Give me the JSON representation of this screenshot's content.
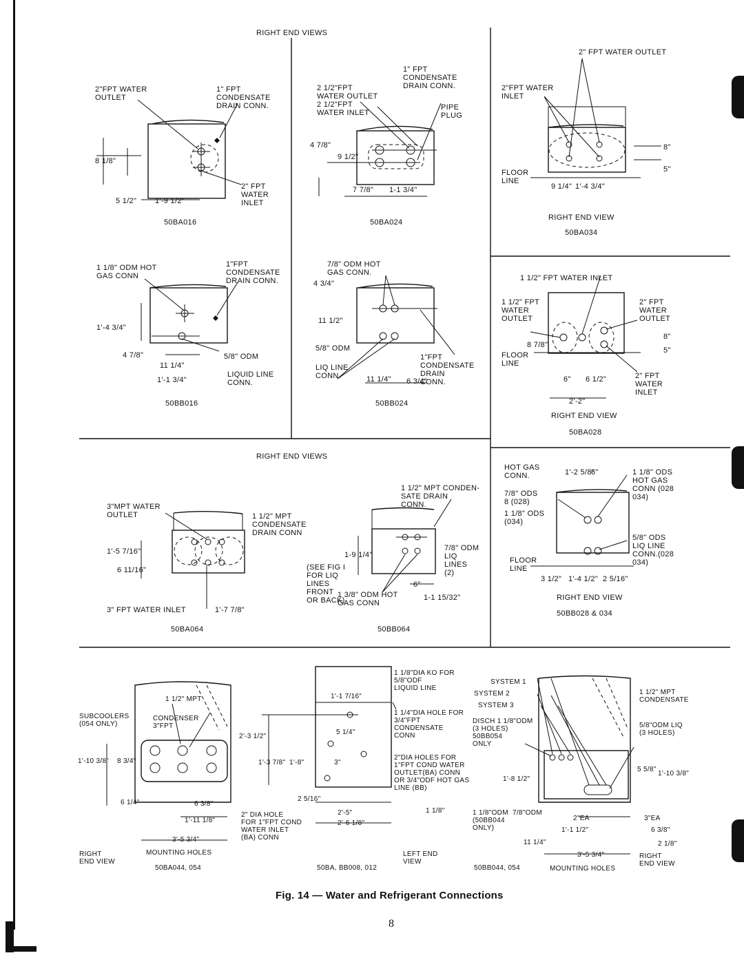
{
  "figure": {
    "caption": "Fig. 14 — Water and Refrigerant Connections",
    "page_number": "8"
  },
  "section_headers": {
    "top": "RIGHT END VIEWS",
    "middle": "RIGHT END VIEWS"
  },
  "diagrams": {
    "ba016": {
      "model": "50BA016",
      "labels": [
        "2\"FPT WATER\nOUTLET",
        "1\" FPT\nCONDENSATE\nDRAIN CONN.",
        "8 1/8\"",
        "5 1/2\"",
        "1'-9 1/2\"",
        "2\" FPT\nWATER\nINLET"
      ]
    },
    "ba024": {
      "model": "50BA024",
      "labels": [
        "1\" FPT\nCONDENSATE\nDRAIN CONN.",
        "2 1/2\"FPT\nWATER OUTLET\n2 1/2\"FPT\nWATER INLET",
        "PIPE\nPLUG",
        "4 7/8\"",
        "9 1/2\"",
        "7 7/8\"",
        "1-1 3/4\""
      ]
    },
    "ba034": {
      "model": "50BA034",
      "view": "RIGHT END VIEW",
      "labels": [
        "2\" FPT WATER OUTLET",
        "2\"FPT WATER\nINLET",
        "8\"",
        "5\"",
        "FLOOR\nLINE",
        "9 1/4\"",
        "1'-4 3/4\""
      ]
    },
    "bb016": {
      "model": "50BB016",
      "labels": [
        "1 1/8\" ODM HOT\nGAS CONN",
        "1\"FPT\nCONDENSATE\nDRAIN CONN.",
        "1'-4 3/4\"",
        "4 7/8\"",
        "11 1/4\"",
        "1'-1 3/4\"",
        "5/8\" ODM",
        "LIQUID LINE\nCONN."
      ]
    },
    "bb024": {
      "model": "50BB024",
      "labels": [
        "7/8\" ODM HOT\nGAS CONN.",
        "4 3/4\"",
        "11 1/2\"",
        "5/8\" ODM",
        "LIQ LINE\nCONN.",
        "11 1/4\"",
        "6 3/4\"",
        "1\"FPT\nCONDENSATE\nDRAIN\nCONN."
      ]
    },
    "ba028": {
      "model": "50BA028",
      "view": "RIGHT END VIEW",
      "labels": [
        "1 1/2\" FPT WATER INLET",
        "1 1/2\" FPT\nWATER\nOUTLET",
        "2\" FPT\nWATER\nOUTLET",
        "8\"",
        "5\"",
        "FLOOR\nLINE",
        "8 7/8\"",
        "6\"",
        "6 1/2\"",
        "2'-2\"",
        "2\" FPT\nWATER\nINLET"
      ]
    },
    "ba064": {
      "model": "50BA064",
      "labels": [
        "3\"MPT WATER\nOUTLET",
        "1 1/2\" MPT\nCONDENSATE\nDRAIN CONN",
        "1'-5 7/16\"",
        "6 11/16\"",
        "3\" FPT WATER INLET",
        "1'-7 7/8\""
      ]
    },
    "bb064": {
      "model": "50BB064",
      "labels": [
        "1 1/2\" MPT CONDEN-\nSATE DRAIN\nCONN.",
        "1-9 1/4\"",
        "7/8\" ODM\nLIQ\nLINES\n(2)",
        "(SEE FIG I\nFOR LIQ\nLINES\nFRONT\nOR BACK)",
        "1 3/8\" ODM HOT\nGAS CONN",
        "6\"",
        "1-1 15/32\""
      ]
    },
    "bb028_034": {
      "model": "50BB028 & 034",
      "view": "RIGHT END VIEW",
      "labels": [
        "HOT GAS\nCONN.",
        "1'-2 5/8\"",
        "6\"",
        "1 1/8\" ODS\nHOT GAS\nCONN (028\n034)",
        "7/8\" ODS\n8 (028)",
        "1 1/8\" ODS\n(034)",
        "5/8\" ODS\nLIQ LINE\nCONN.(028\n034)",
        "FLOOR\nLINE",
        "3 1/2\"",
        "1'-4 1/2\"",
        "2 5/16\""
      ]
    },
    "ba044_054": {
      "model": "50BA044, 054",
      "view": "RIGHT\nEND VIEW",
      "labels": [
        "SUBCOOLERS\n(054 ONLY)",
        "1 1/2\" MPT",
        "CONDENSER\n3\"FPT",
        "1'-10 3/8\"",
        "8 3/4\"",
        "6 1/4\"",
        "6 3/8\"",
        "1'-11 1/8\"",
        "3'-5 3/4\"",
        "MOUNTING HOLES"
      ]
    },
    "ba_bb008_012": {
      "model": "50BA, BB008, 012",
      "view": "LEFT END\nVIEW",
      "labels": [
        "1 1/8\"DIA KO FOR\n5/8\"ODF\nLIQUID LINE",
        "1'-1 7/16\"",
        "1 1/4\"DIA HOLE FOR\n3/4\"FPT\nCONDENSATE\nCONN",
        "2'-3 1/2\"",
        "5 1/4\"",
        "1'-3 7/8\"",
        "1'-8\"",
        "3\"",
        "2 5/16\"",
        "2\"DIA HOLES FOR\n1\"FPT COND WATER\nOUTLET(BA) CONN\nOR 3/4\"ODF HOT GAS\nLINE (BB)",
        "2\" DIA HOLE\nFOR 1\"FPT COND\nWATER INLET\n(BA) CONN",
        "2'-5\"",
        "2'-6 1/8\"",
        "1 1/8\""
      ]
    },
    "bb044_054": {
      "model": "50BB044, 054",
      "view": "RIGHT\nEND VIEW",
      "labels": [
        "SYSTEM 1",
        "SYSTEM 2",
        "SYSTEM 3",
        "DISCH 1 1/8\"ODM\n(3 HOLES)\n50BB054\nONLY",
        "1 1/2\" MPT\nCONDENSATE",
        "5/8\"ODM LIQ\n(3 HOLES)",
        "1'-8 1/2\"",
        "5 5/8\"",
        "1'-10 3/8\"",
        "1 1/8\"ODM  7/8\"ODM\n(50BB044\nONLY)",
        "2\"EA",
        "3\"EA",
        "1'-1 1/2\"",
        "6 3/8\"",
        "11 1/4\"",
        "2 1/8\"",
        "3'-5 3/4\"",
        "MOUNTING HOLES"
      ]
    }
  }
}
